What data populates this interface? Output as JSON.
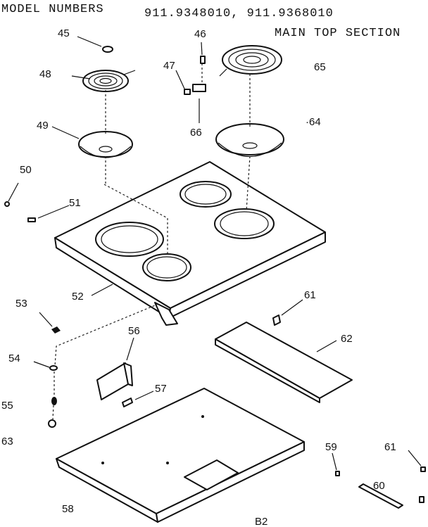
{
  "header": {
    "model_label": "MODEL NUMBERS",
    "model_numbers": "911.9348010, 911.9368010",
    "section_title": "MAIN TOP SECTION"
  },
  "parts": [
    "45",
    "46",
    "47",
    "48",
    "49",
    "50",
    "51",
    "52",
    "53",
    "54",
    "55",
    "56",
    "57",
    "58",
    "59",
    "60",
    "61",
    "61",
    "62",
    "63",
    "64",
    "65",
    "66"
  ],
  "page_number": "B2"
}
